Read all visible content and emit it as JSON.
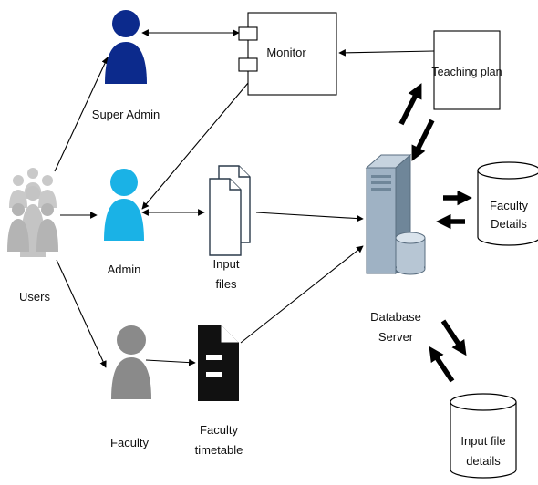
{
  "nodes": {
    "users": "Users",
    "super_admin": "Super Admin",
    "admin": "Admin",
    "faculty": "Faculty",
    "monitor": "Monitor",
    "input_files": [
      "Input",
      "files"
    ],
    "faculty_timetable": [
      "Faculty",
      "timetable"
    ],
    "teaching_plan": "Teaching plan",
    "database_server": [
      "Database",
      "Server"
    ],
    "faculty_details": [
      "Faculty",
      "Details"
    ],
    "input_file_details": [
      "Input file",
      "details"
    ]
  },
  "icons": {
    "users": "users-group-icon",
    "super_admin": "person-icon",
    "admin": "person-icon",
    "faculty": "person-icon",
    "monitor": "component-icon",
    "input_files": "documents-icon",
    "faculty_timetable": "document-icon",
    "database_server": "server-icon",
    "faculty_details": "database-cylinder-icon",
    "input_file_details": "database-cylinder-icon",
    "bidirectional_flow": "swap-arrows-icon"
  },
  "colors": {
    "super_admin": "#0c2a8c",
    "admin": "#1ab2e6",
    "faculty": "#8a8a8a",
    "users": "#c9c9c9",
    "timetable": "#111111",
    "server": "#8aa0b6",
    "stroke": "#000000"
  }
}
